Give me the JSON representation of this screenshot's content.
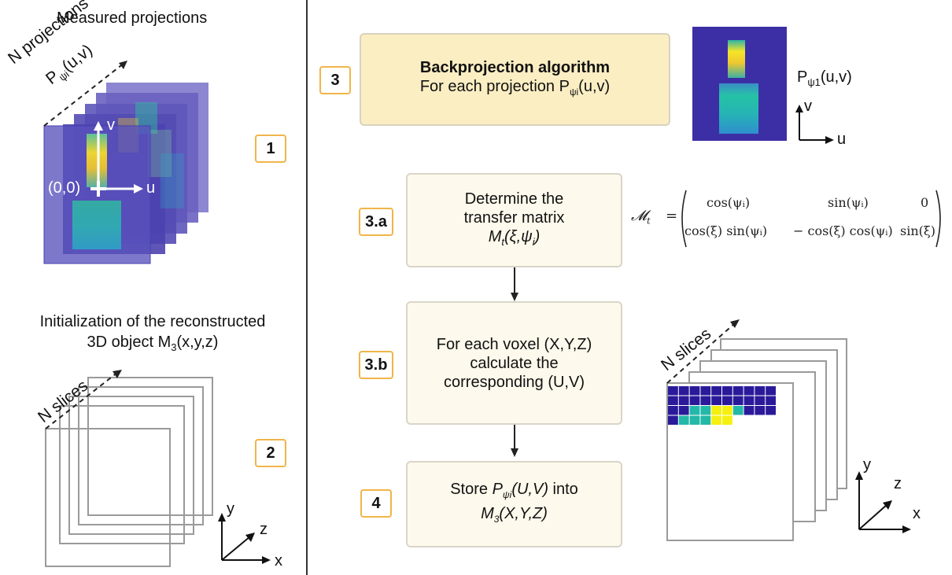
{
  "left": {
    "title_measured": "Measured projections",
    "n_projections": "N projections",
    "p_label": "P",
    "p_sub": "ψi",
    "p_args": "(u,v)",
    "origin": "(0,0)",
    "axis_u": "u",
    "axis_v": "v",
    "badge1": "1",
    "init_line1": "Initialization of the reconstructed",
    "init_line2_pre": "3D object M",
    "init_line2_sub": "3",
    "init_line2_post": "(x,y,z)",
    "n_slices": "N slices",
    "badge2": "2",
    "axis_x": "x",
    "axis_y": "y",
    "axis_z": "z"
  },
  "right": {
    "badge3": "3",
    "box3_title": "Backprojection algorithm",
    "box3_text_pre": "For each projection P",
    "box3_text_sub": "ψi",
    "box3_text_post": "(u,v)",
    "proj_label": "P",
    "proj_sub": "ψ1",
    "proj_args": "(u,v)",
    "axis_u": "u",
    "axis_v": "v",
    "badge3a": "3.a",
    "box3a_line1": "Determine the",
    "box3a_line2": "transfer matrix",
    "box3a_line3": "M",
    "box3a_line3_sub": "t",
    "box3a_line3_post": "(ξ,ψ",
    "box3a_line3_sub2": "i",
    "box3a_line3_end": ")",
    "matrix_lhs": "𝓜",
    "matrix_lhs_sub": "t",
    "matrix_eq": "=",
    "m11": "cos(ψᵢ)",
    "m12": "sin(ψᵢ)",
    "m13": "0",
    "m21": "cos(ξ) sin(ψᵢ)",
    "m22": "− cos(ξ) cos(ψᵢ)",
    "m23": "sin(ξ)",
    "badge3b": "3.b",
    "box3b_line1": "For each voxel (X,Y,Z)",
    "box3b_line2": "calculate the",
    "box3b_line3": "corresponding (U,V)",
    "badge4": "4",
    "box4_line1_pre": "Store ",
    "box4_line1_P": "P",
    "box4_line1_sub": "ψi",
    "box4_line1_args": "(U,V)",
    "box4_line1_post": " into",
    "box4_line2_M": "M",
    "box4_line2_sub": "3",
    "box4_line2_args": "(X,Y,Z)",
    "n_slices": "N slices",
    "axis_x": "x",
    "axis_y": "y",
    "axis_z": "z"
  },
  "colors": {
    "badge_border": "#f0b54a",
    "box_main": "#fbeec3",
    "box_step": "#fdf9ec",
    "proj_bg": "#3c2fa5",
    "voxel_dark": "#2a1a9a",
    "voxel_teal": "#23b8a8",
    "voxel_yellow": "#f5f00f"
  }
}
